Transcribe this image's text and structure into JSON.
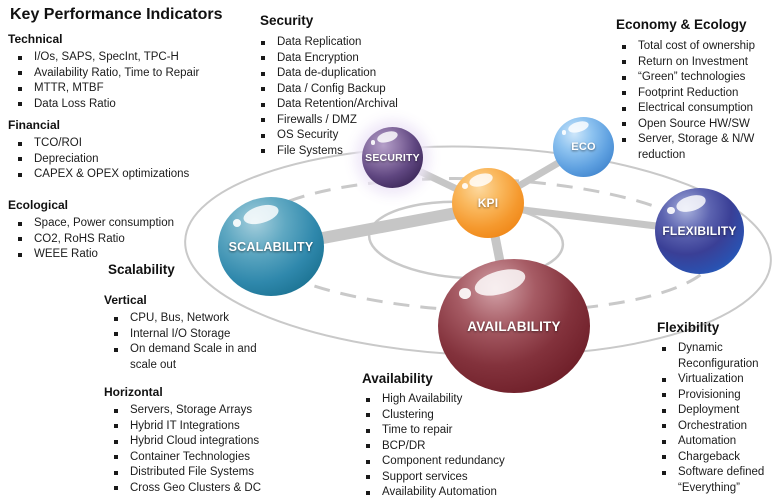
{
  "title": "Key Performance Indicators",
  "panels": {
    "technical": {
      "heading": "Technical",
      "items": [
        "I/Os, SAPS, SpecInt, TPC-H",
        "Availability Ratio, Time to Repair",
        "MTTR, MTBF",
        "Data Loss Ratio"
      ]
    },
    "financial": {
      "heading": "Financial",
      "items": [
        "TCO/ROI",
        "Depreciation",
        "CAPEX & OPEX optimizations"
      ]
    },
    "ecological": {
      "heading": "Ecological",
      "items": [
        "Space, Power consumption",
        "CO2, RoHS Ratio",
        "WEEE Ratio"
      ]
    },
    "scalability": {
      "heading": "Scalability",
      "vertical": {
        "heading": "Vertical",
        "items": [
          "CPU, Bus, Network",
          "Internal I/O Storage",
          "On demand Scale in and scale out"
        ]
      },
      "horizontal": {
        "heading": "Horizontal",
        "items": [
          "Servers, Storage Arrays",
          "Hybrid IT Integrations",
          "Hybrid Cloud integrations",
          "Container Technologies",
          "Distributed File Systems",
          "Cross Geo Clusters & DC"
        ]
      }
    },
    "security": {
      "heading": "Security",
      "items": [
        "Data Replication",
        "Data Encryption",
        "Data de-duplication",
        "Data / Config Backup",
        "Data Retention/Archival",
        "Firewalls / DMZ",
        "OS Security",
        "File Systems"
      ]
    },
    "economy_ecology": {
      "heading": "Economy & Ecology",
      "items": [
        "Total cost of ownership",
        "Return on Investment",
        "“Green” technologies",
        "Footprint Reduction",
        "Electrical consumption",
        "Open Source HW/SW",
        "Server, Storage & N/W reduction"
      ]
    },
    "availability": {
      "heading": "Availability",
      "items": [
        "High Availability",
        "Clustering",
        "Time to repair",
        "BCP/DR",
        "Component redundancy",
        "Support services",
        "Availability Automation"
      ]
    },
    "flexibility": {
      "heading": "Flexibility",
      "items": [
        "Dynamic Reconfiguration",
        "Virtualization",
        "Provisioning",
        "Deployment",
        "Orchestration",
        "Automation",
        "Chargeback",
        "Software defined “Everything”"
      ]
    }
  },
  "spheres": {
    "kpi": {
      "label": "KPI",
      "color": "#f0891a"
    },
    "security": {
      "label": "SECURITY",
      "color": "#4a3366"
    },
    "eco": {
      "label": "ECO",
      "color": "#4a90d9"
    },
    "scalability": {
      "label": "SCALABILITY",
      "color": "#1f7c9f"
    },
    "flexibility": {
      "label": "FLEXIBILITY",
      "color": "#2e3a96"
    },
    "availability": {
      "label": "AVAILABILITY",
      "color": "#7c2430"
    }
  },
  "decor": {
    "ring_color": "#c9c9c9",
    "spoke_color": "#c6c6c6"
  }
}
